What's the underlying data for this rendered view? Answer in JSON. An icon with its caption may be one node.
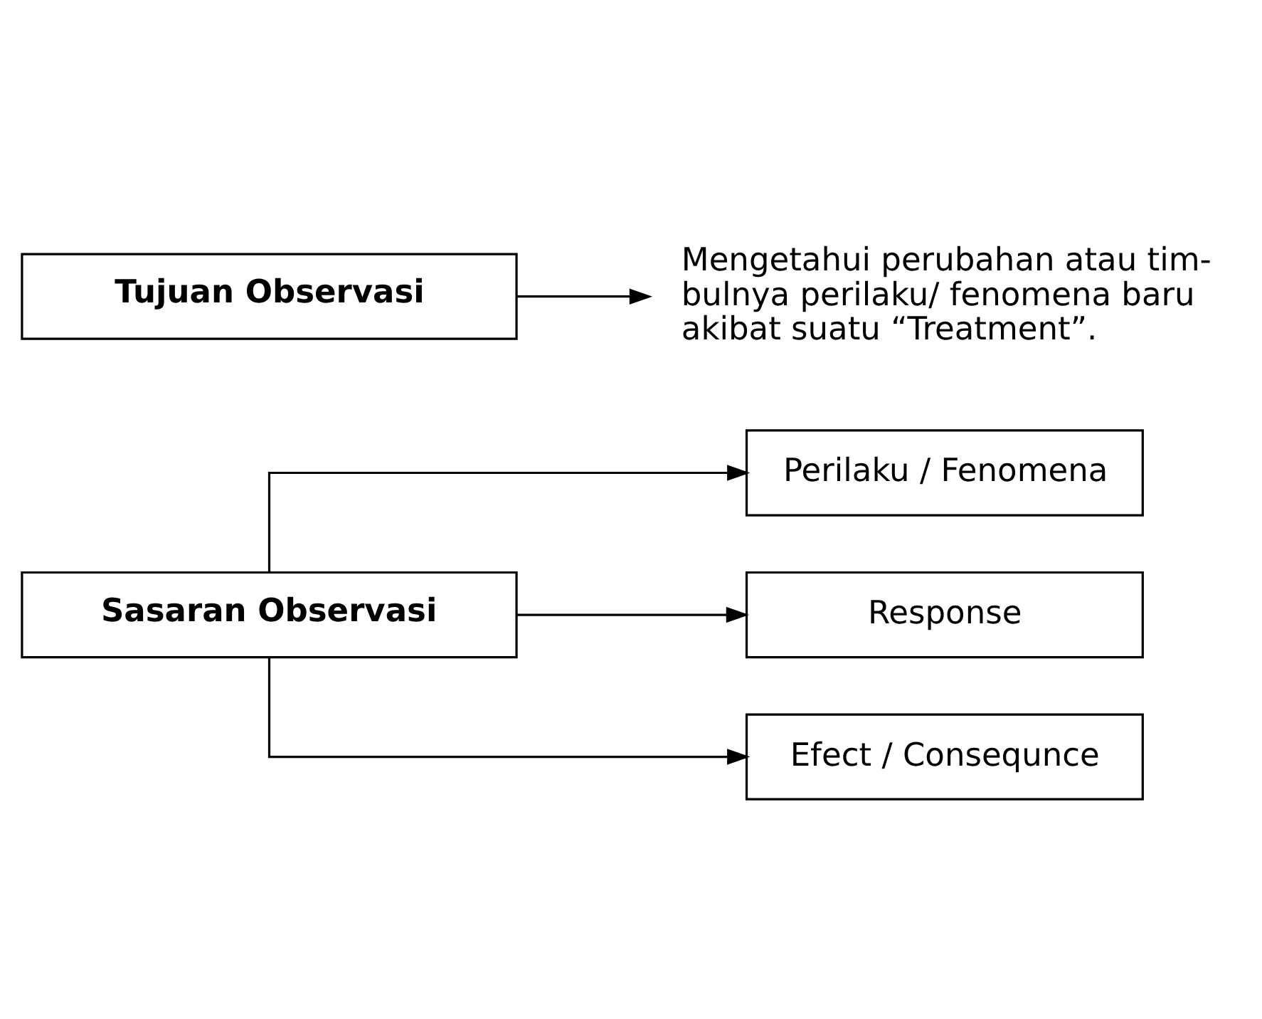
{
  "diagram": {
    "nodes": [
      {
        "text": [
          "Sasaran Observasi"
        ]
      },
      {
        "text": [
          "Perilaku / Fenomena"
        ]
      },
      {
        "text": [
          "Response"
        ]
      },
      {
        "text": [
          "Efect / Consequnce"
        ]
      },
      {
        "text": [
          "Tujuan Observasi"
        ]
      },
      {
        "text": [
          "Mengetahui perubahan atau tim- bulnya perilaku/ fenomena baru akibat suatu “Treatment”."
        ]
      }
    ],
    "edges": [
      {
        "from": 0,
        "to": 1,
        "arrow": "to"
      },
      {
        "from": 0,
        "to": 2,
        "arrow": "to"
      },
      {
        "from": 0,
        "to": 3,
        "arrow": "to"
      },
      {
        "from": 4,
        "to": 5,
        "arrow": "to"
      }
    ]
  }
}
